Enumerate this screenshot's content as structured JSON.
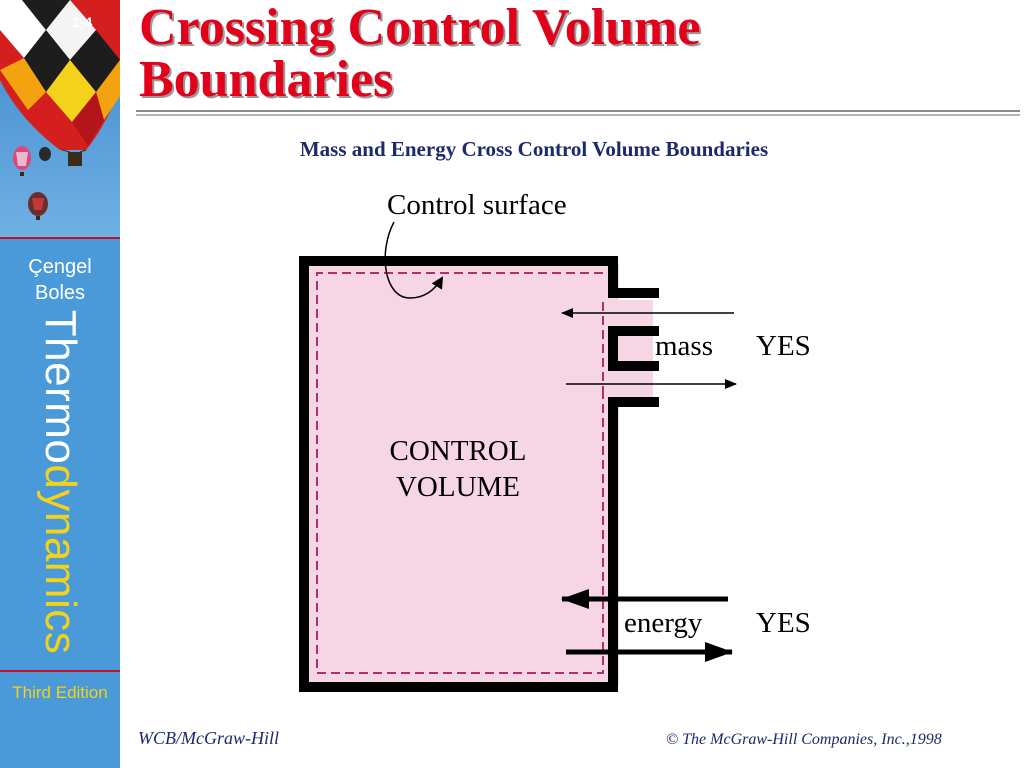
{
  "sidebar": {
    "slide_number": "1-4",
    "author_line1": "Çengel",
    "author_line2": "Boles",
    "book_title_part1": "Thermo",
    "book_title_part2": "dynamics",
    "edition": "Third Edition"
  },
  "slide": {
    "title_line1": "Crossing Control Volume",
    "title_line2": "Boundaries",
    "subtitle": "Mass and Energy Cross Control Volume Boundaries"
  },
  "diagram": {
    "surface_label": "Control surface",
    "volume_label_line1": "CONTROL",
    "volume_label_line2": "VOLUME",
    "mass_label": "mass",
    "mass_answer": "YES",
    "energy_label": "energy",
    "energy_answer": "YES",
    "fill_color": "#f6d5e4",
    "dash_color": "#b0306a"
  },
  "footer": {
    "publisher": "WCB/McGraw-Hill",
    "copyright": "© The McGraw-Hill Companies, Inc.,1998"
  },
  "colors": {
    "sidebar_bg": "#4a9ad9",
    "title_red": "#e3001b",
    "navy": "#1b2a6b",
    "accent_yellow": "#f2d21b"
  }
}
